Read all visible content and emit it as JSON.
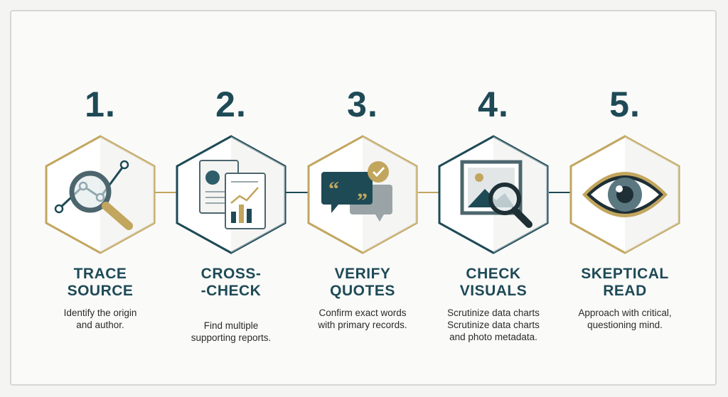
{
  "colors": {
    "teal": "#1e4a56",
    "gold": "#c2a65e",
    "text": "#2a2a2a"
  },
  "steps": [
    {
      "number": "1.",
      "title_line1": "TRACE",
      "title_line2": "SOURCE",
      "desc_line1": "Identify the origin",
      "desc_line2": "and author.",
      "desc_line3": "",
      "icon": "magnifier-chart-icon",
      "border": "gold"
    },
    {
      "number": "2.",
      "title_line1": "CROSS-",
      "title_line2": "-CHECK",
      "desc_line1": "Find multiple",
      "desc_line2": "supporting reports.",
      "desc_line3": "",
      "icon": "documents-icon",
      "border": "teal"
    },
    {
      "number": "3.",
      "title_line1": "VERIFY",
      "title_line2": "QUOTES",
      "desc_line1": "Confirm exact words",
      "desc_line2": "with primary records.",
      "desc_line3": "",
      "icon": "quote-check-icon",
      "border": "gold"
    },
    {
      "number": "4.",
      "title_line1": "CHECK",
      "title_line2": "VISUALS",
      "desc_line1": "Scrutinize data charts",
      "desc_line2": "Scrutinize data charts",
      "desc_line3": "and photo metadata.",
      "icon": "image-magnifier-icon",
      "border": "teal"
    },
    {
      "number": "5.",
      "title_line1": "SKEPTICAL",
      "title_line2": "READ",
      "desc_line1": "Approach with critical,",
      "desc_line2": "questioning mind.",
      "desc_line3": "",
      "icon": "eye-icon",
      "border": "gold"
    }
  ]
}
